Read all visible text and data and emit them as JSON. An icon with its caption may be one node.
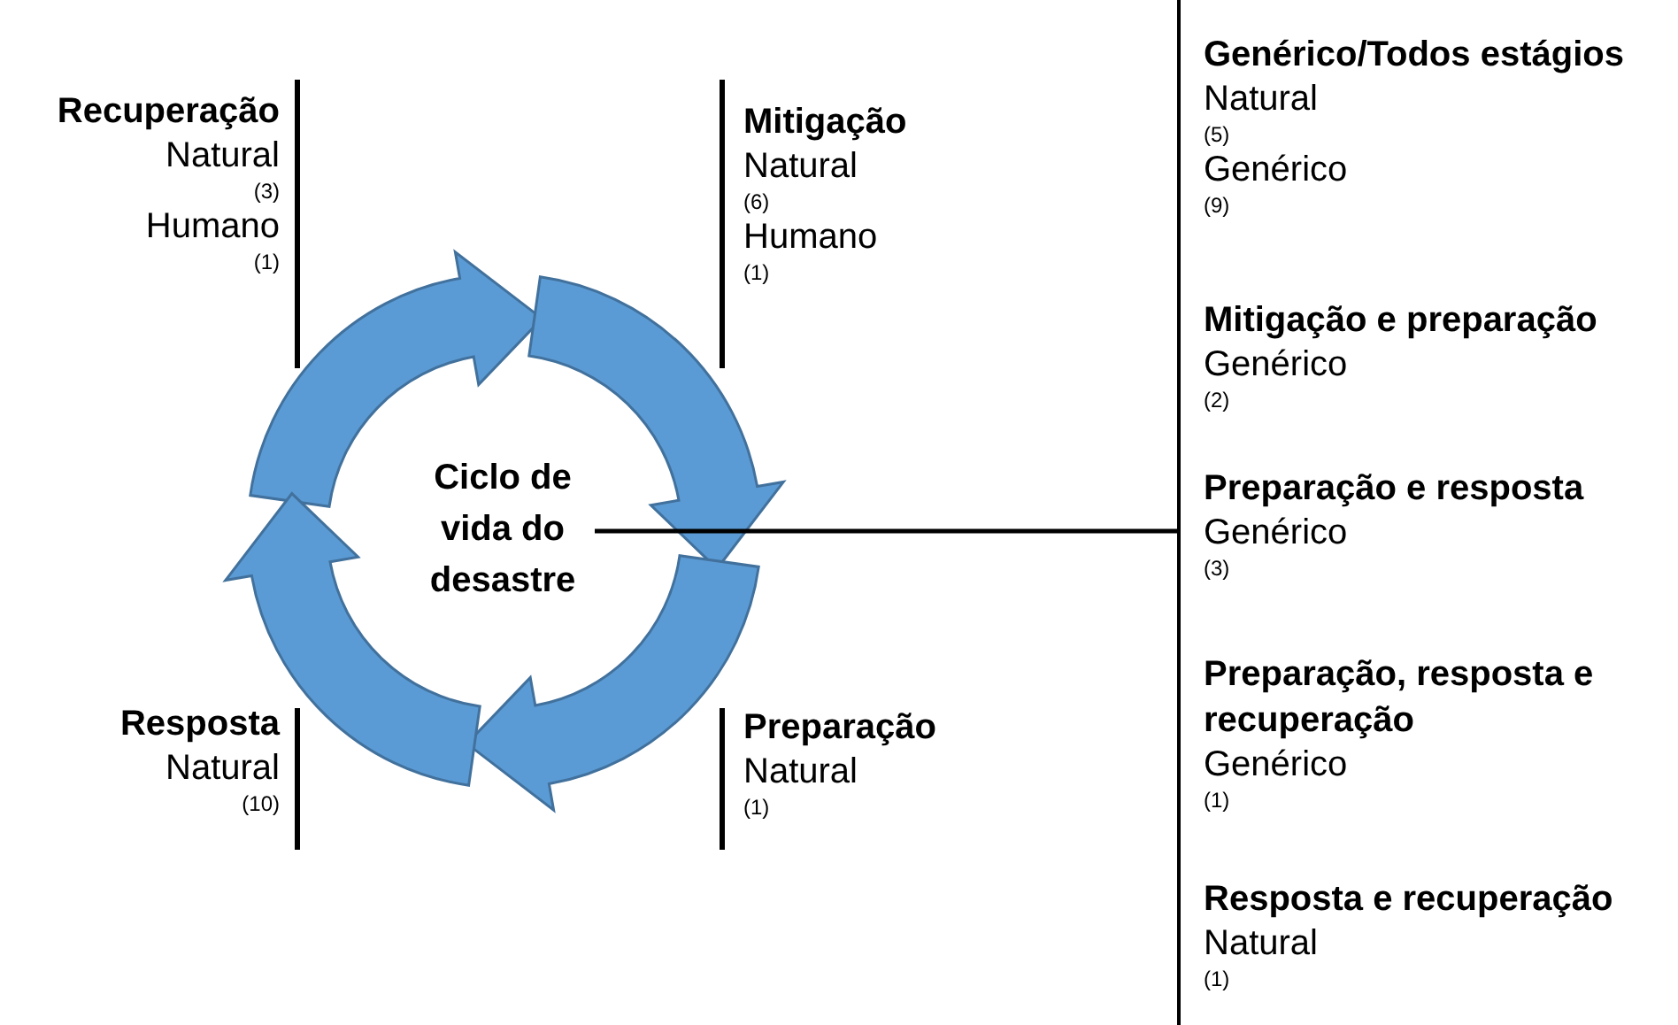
{
  "diagram": {
    "nodes": [
      {
        "text": [
          "Recuperação",
          "Natural",
          "(3)",
          "Humano",
          "(1)"
        ]
      },
      {
        "text": [
          "Mitigação",
          "Natural",
          "(6)",
          "Humano",
          "(1)"
        ]
      },
      {
        "text": [
          "Ciclo de vida do desastre"
        ]
      },
      {
        "text": [
          "Resposta",
          "Natural",
          "(10)"
        ]
      },
      {
        "text": [
          "Preparação",
          "Natural",
          "(1)"
        ]
      },
      {
        "text": [],
        "shape": "bar"
      },
      {
        "text": [
          "Genérico/Todos estágios",
          "Natural",
          "(5)",
          "Genérico",
          "(9)"
        ],
        "in": 5
      },
      {
        "text": [
          "Mitigação e preparação",
          "Genérico",
          "(2)"
        ],
        "in": 5
      },
      {
        "text": [
          "Preparação e resposta",
          "Genérico",
          "(3)"
        ],
        "in": 5
      },
      {
        "text": [
          "Preparação, resposta e recuperação",
          "Genérico",
          "(1)"
        ],
        "in": 5
      },
      {
        "text": [
          "Resposta e recuperação",
          "Natural",
          "(1)"
        ],
        "in": 5
      }
    ],
    "edges": [
      {
        "from": 2,
        "to": 5,
        "arrow": "none"
      }
    ]
  }
}
